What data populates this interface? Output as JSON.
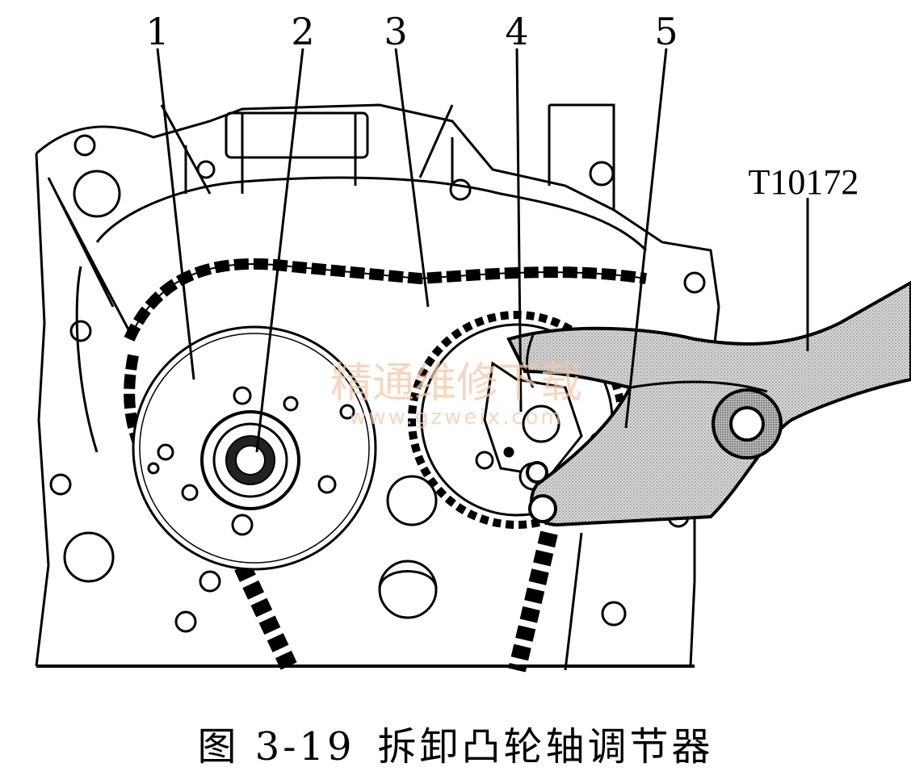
{
  "figure": {
    "callouts": [
      "1",
      "2",
      "3",
      "4",
      "5"
    ],
    "tool_label": "T10172",
    "watermark": {
      "cn": "精通维修下载",
      "url": "www.gzweix.com"
    }
  },
  "caption": {
    "number": "图 3-19",
    "title": "拆卸凸轮轴调节器"
  }
}
